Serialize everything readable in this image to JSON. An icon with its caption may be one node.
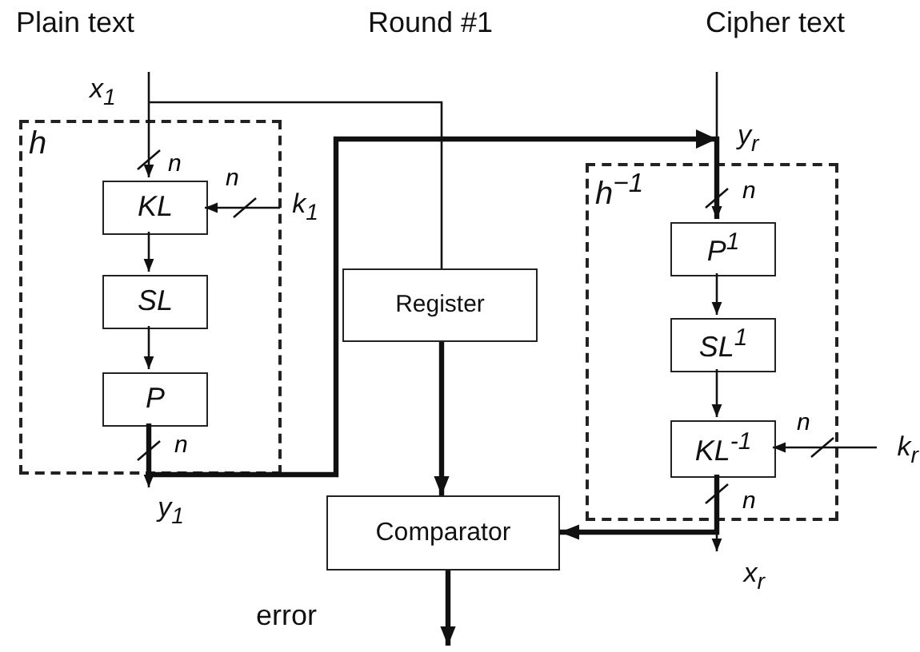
{
  "diagram": {
    "nodes": [
      {
        "text": [
          "h"
        ]
      },
      {
        "text": [
          "KL"
        ],
        "in": 0
      },
      {
        "text": [
          "SL"
        ],
        "in": 0
      },
      {
        "text": [
          "P"
        ],
        "in": 0
      },
      {
        "text": [
          "h$^{−1}$"
        ]
      },
      {
        "text": [
          "P$^{1}$"
        ],
        "in": 4
      },
      {
        "text": [
          "SL$^{1}$"
        ],
        "in": 4
      },
      {
        "text": [
          "KL$^{-1}$"
        ],
        "in": 4
      },
      {
        "text": [
          "Register"
        ]
      },
      {
        "text": [
          "Comparator"
        ]
      },
      {
        "text": [
          "x$_{1}$"
        ]
      },
      {
        "text": [
          "k$_{1}$"
        ]
      },
      {
        "text": [
          "y$_{1}$"
        ]
      },
      {
        "text": [
          "k$_{r}$"
        ]
      },
      {
        "text": [
          "x$_{r}$"
        ]
      }
    ],
    "edges": [
      {
        "from": 10,
        "to": 1,
        "arrow": "to",
        "label": "n"
      },
      {
        "from": 11,
        "to": 1,
        "arrow": "to",
        "label": "n"
      },
      {
        "from": 1,
        "to": 2,
        "arrow": "to"
      },
      {
        "from": 2,
        "to": 3,
        "arrow": "to"
      },
      {
        "from": 3,
        "to": 12,
        "arrow": "to",
        "label": "n"
      },
      {
        "from": 10,
        "to": 8,
        "arrow": "none"
      },
      {
        "from": 8,
        "to": 9,
        "arrow": "to",
        "style": "thick"
      },
      {
        "from": 3,
        "to": 5,
        "arrow": "to",
        "style": "thick"
      },
      {
        "from": null,
        "to": 5,
        "arrow": "to",
        "label": "n"
      },
      {
        "from": 5,
        "to": 6,
        "arrow": "to"
      },
      {
        "from": 6,
        "to": 7,
        "arrow": "to"
      },
      {
        "from": 13,
        "to": 7,
        "arrow": "to",
        "label": "n"
      },
      {
        "from": 7,
        "to": 14,
        "arrow": "to",
        "label": "n"
      },
      {
        "from": 7,
        "to": 9,
        "arrow": "to",
        "style": "thick"
      },
      {
        "from": 9,
        "to": null,
        "arrow": "to",
        "style": "thick"
      }
    ],
    "labels": [
      "Plain text",
      "Round #1",
      "Cipher text",
      "y$_{r}$",
      "error"
    ]
  }
}
